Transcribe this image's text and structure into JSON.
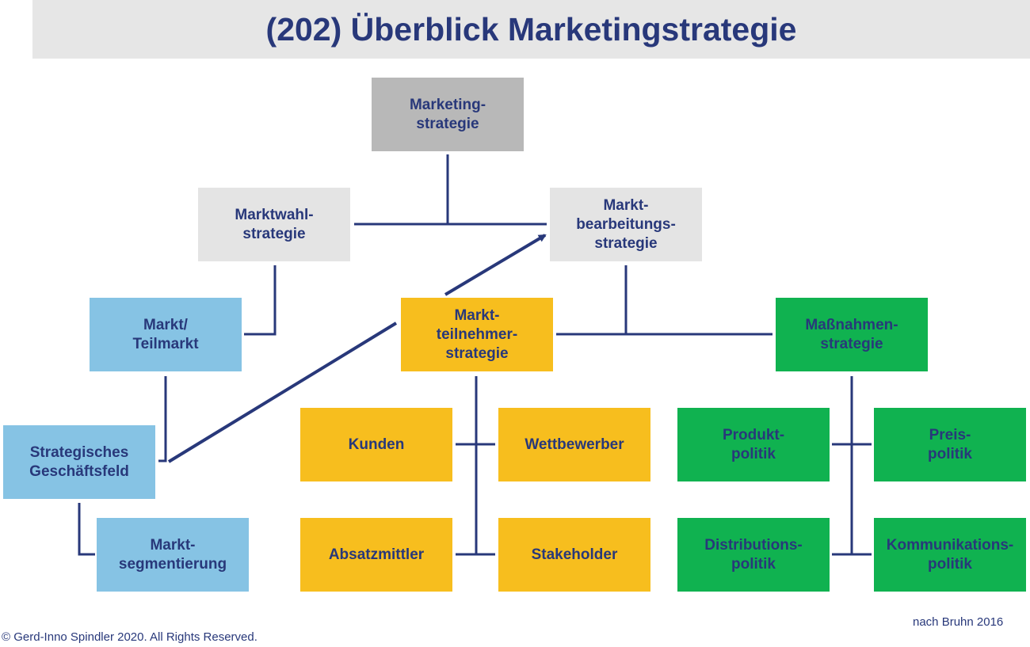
{
  "title": "(202) Überblick Marketingstrategie",
  "boxes": {
    "marketing": "Marketing-\nstrategie",
    "marktwahl": "Marktwahl-\nstrategie",
    "marktbearbeitung": "Markt-\nbearbeitungs-\nstrategie",
    "teilmarkt": "Markt/\nTeilmarkt",
    "teilnehmer": "Markt-\nteilnehmer-\nstrategie",
    "massnahmen": "Maßnahmen-\nstrategie",
    "geschaeftsfeld": "Strategisches\nGeschäftsfeld",
    "segmentierung": "Markt-\nsegmentierung",
    "kunden": "Kunden",
    "wettbewerber": "Wettbewerber",
    "absatzmittler": "Absatzmittler",
    "stakeholder": "Stakeholder",
    "produkt": "Produkt-\npolitik",
    "preis": "Preis-\npolitik",
    "distribution": "Distributions-\npolitik",
    "kommunikation": "Kommunikations-\npolitik"
  },
  "colors": {
    "title_text": "#28387a",
    "title_bar": "#e6e6e6",
    "connector": "#28387a",
    "gray_dark": "#b8b8b8",
    "gray_light": "#e4e4e4",
    "blue": "#86c3e4",
    "yellow": "#f7be1e",
    "green": "#10b250"
  },
  "source_note": "nach Bruhn 2016",
  "copyright": "© Gerd-Inno Spindler 2020. All Rights Reserved."
}
